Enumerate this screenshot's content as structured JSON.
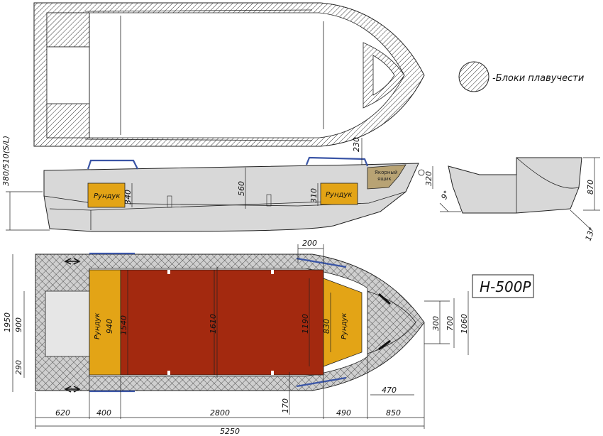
{
  "legend": {
    "label": "-Блоки плавучести"
  },
  "model_label": "Н-500Р",
  "side_view": {
    "height_label": "380/510(S/L)",
    "locker_label": "Рундук",
    "anchor_box_label_1": "Якорный",
    "anchor_box_label_2": "ящик",
    "dims": {
      "d230": "230",
      "d320": "320",
      "d340": "340",
      "d560": "560",
      "d310": "310"
    }
  },
  "transom_view": {
    "dims": {
      "d870": "870",
      "angle_top": "9°",
      "angle_bottom": "13°"
    }
  },
  "plan_view": {
    "locker_label": "Рундук",
    "dims": {
      "d200": "200",
      "d1950": "1950",
      "d900": "900",
      "d290": "290",
      "d940": "940",
      "d1540": "1540",
      "d1610": "1610",
      "d1190": "1190",
      "d830": "830",
      "d300": "300",
      "d700": "700",
      "d1060": "1060",
      "d470": "470",
      "d170": "170",
      "d620": "620",
      "d400": "400",
      "d2800": "2800",
      "d490": "490",
      "d850": "850",
      "d5250": "5250"
    }
  },
  "colors": {
    "hull_gray": "#d8d8d8",
    "floor_red": "#a3290f",
    "locker_yellow": "#e3a416",
    "anchor_brown": "#b8a374",
    "handrail_blue": "#3a55a6",
    "float_hatch": "#333333"
  }
}
